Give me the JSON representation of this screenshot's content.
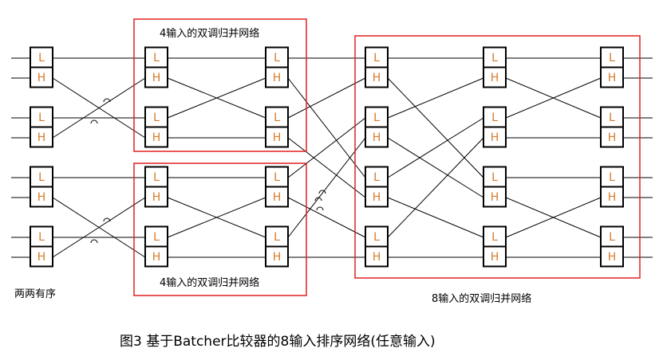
{
  "labels": {
    "group_top": "4输入的双调归并网络",
    "group_bottom": "4输入的双调归并网络",
    "group_right": "8输入的双调归并网络",
    "pairwise": "两两有序",
    "caption": "图3 基于Batcher比较器的8输入排序网络(任意输入)"
  },
  "comparator": {
    "low": "L",
    "high": "H"
  },
  "colors": {
    "frame": "#e02020",
    "wire": "#000000",
    "comparator_text": "#d87a2a"
  }
}
